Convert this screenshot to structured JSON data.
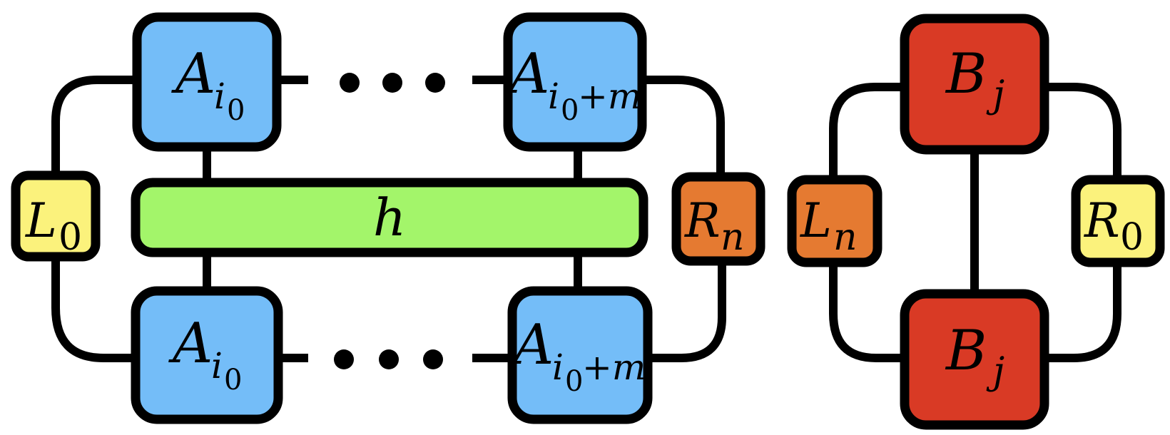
{
  "colors": {
    "site_tensor": "#74bdf8",
    "hamiltonian": "#a3f56a",
    "boundary_yellow": "#fbf27c",
    "boundary_orange": "#e57a31",
    "b_tensor": "#d93a25",
    "stroke": "#000000"
  },
  "left_network": {
    "top_first": {
      "base": "A",
      "sub": "i",
      "subsub": "0",
      "suffix": ""
    },
    "top_last": {
      "base": "A",
      "sub": "i",
      "subsub": "0",
      "suffix": "+m"
    },
    "bottom_first": {
      "base": "A",
      "sub": "i",
      "subsub": "0",
      "suffix": ""
    },
    "bottom_last": {
      "base": "A",
      "sub": "i",
      "subsub": "0",
      "suffix": "+m"
    },
    "operator": "h",
    "left_env": {
      "base": "L",
      "sub": "0"
    },
    "right_env": {
      "base": "R",
      "sub": "n"
    }
  },
  "right_network": {
    "top": {
      "base": "B",
      "sub": "j"
    },
    "bottom": {
      "base": "B",
      "sub": "j"
    },
    "left_env": {
      "base": "L",
      "sub": "n"
    },
    "right_env": {
      "base": "R",
      "sub": "0"
    }
  }
}
